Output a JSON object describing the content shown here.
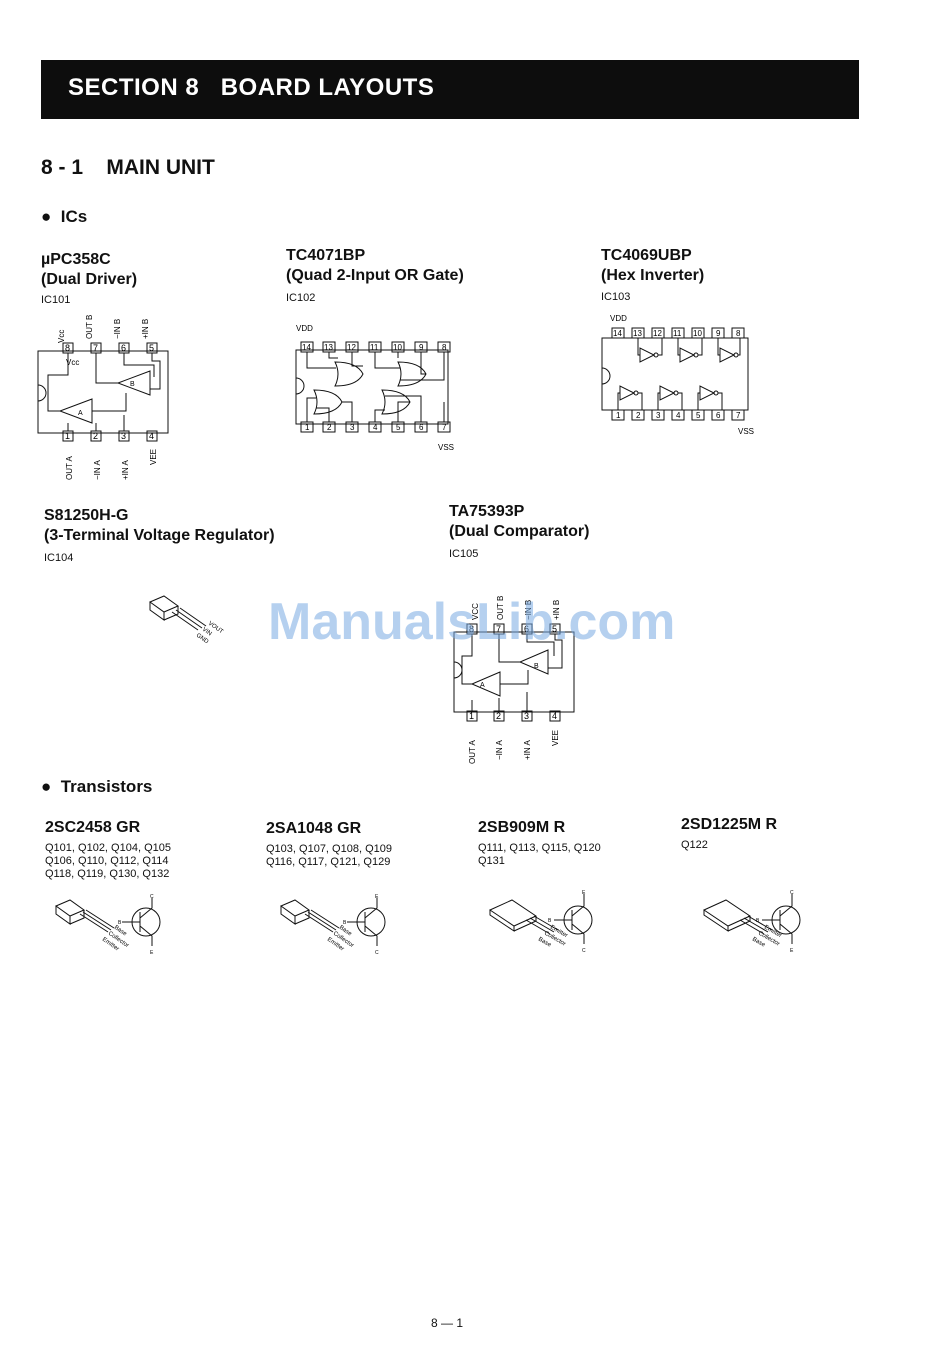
{
  "header": {
    "title": "SECTION 8   BOARD LAYOUTS"
  },
  "subsection": {
    "title": "8 - 1    MAIN UNIT"
  },
  "sections": {
    "ics": "ICs",
    "transistors": "Transistors"
  },
  "ics": [
    {
      "part": "µPC358C",
      "desc": "(Dual Driver)",
      "ref": "IC101",
      "top_pins": [
        "Vсс",
        "OUT B",
        "−IN B",
        "+IN B"
      ],
      "bottom_pins": [
        "OUT A",
        "−IN A",
        "+IN A",
        "VEE"
      ],
      "top_nums": [
        "8",
        "7",
        "6",
        "5"
      ],
      "bottom_nums": [
        "1",
        "2",
        "3",
        "4"
      ],
      "supply_label": "Vcc",
      "amp_a": "A",
      "amp_b": "B"
    },
    {
      "part": "TC4071BP",
      "desc": "(Quad 2-Input OR Gate)",
      "ref": "IC102",
      "top_nums": [
        "14",
        "13",
        "12",
        "11",
        "10",
        "9",
        "8"
      ],
      "bottom_nums": [
        "1",
        "2",
        "3",
        "4",
        "5",
        "6",
        "7"
      ],
      "vdd": "VDD",
      "vss": "VSS"
    },
    {
      "part": "TC4069UBP",
      "desc": "(Hex Inverter)",
      "ref": "IC103",
      "top_nums": [
        "14",
        "13",
        "12",
        "11",
        "10",
        "9",
        "8"
      ],
      "bottom_nums": [
        "1",
        "2",
        "3",
        "4",
        "5",
        "6",
        "7"
      ],
      "vdd": "VDD",
      "vss": "VSS"
    },
    {
      "part": "S81250H-G",
      "desc": "(3-Terminal Voltage Regulator)",
      "ref": "IC104",
      "pins": [
        "VOUT",
        "VIN",
        "GND"
      ]
    },
    {
      "part": "TA75393P",
      "desc": "(Dual Comparator)",
      "ref": "IC105",
      "top_pins": [
        "VCC",
        "OUT B",
        "−IN B",
        "+IN B"
      ],
      "bottom_pins": [
        "OUT A",
        "−IN A",
        "+IN A",
        "VEE"
      ],
      "top_nums": [
        "8",
        "7",
        "6",
        "5"
      ],
      "bottom_nums": [
        "1",
        "2",
        "3",
        "4"
      ],
      "amp_a": "A",
      "amp_b": "B"
    }
  ],
  "transistors": [
    {
      "part": "2SC2458 GR",
      "refs": [
        "Q101, Q102, Q104, Q105",
        "Q106, Q110, Q112, Q114",
        "Q118, Q119, Q130, Q132"
      ],
      "leads": [
        "Base",
        "Collector",
        "Emitter"
      ],
      "sym_top": "C",
      "sym_left": "B",
      "sym_bottom": "E"
    },
    {
      "part": "2SA1048 GR",
      "refs": [
        "Q103, Q107, Q108, Q109",
        "Q116, Q117, Q121, Q129"
      ],
      "leads": [
        "Base",
        "Collector",
        "Emitter"
      ],
      "sym_top": "E",
      "sym_left": "B",
      "sym_bottom": "C"
    },
    {
      "part": "2SB909M R",
      "refs": [
        "Q111, Q113, Q115, Q120",
        "Q131"
      ],
      "leads": [
        "Emitter",
        "Collector",
        "Base"
      ],
      "sym_top": "E",
      "sym_left": "B",
      "sym_bottom": "C"
    },
    {
      "part": "2SD1225M R",
      "refs": [
        "Q122"
      ],
      "leads": [
        "Emitter",
        "Collector",
        "Base"
      ],
      "sym_top": "C",
      "sym_left": "B",
      "sym_bottom": "E"
    }
  ],
  "watermark": "ManualsLib.com",
  "footer": {
    "page": "8 — 1"
  }
}
